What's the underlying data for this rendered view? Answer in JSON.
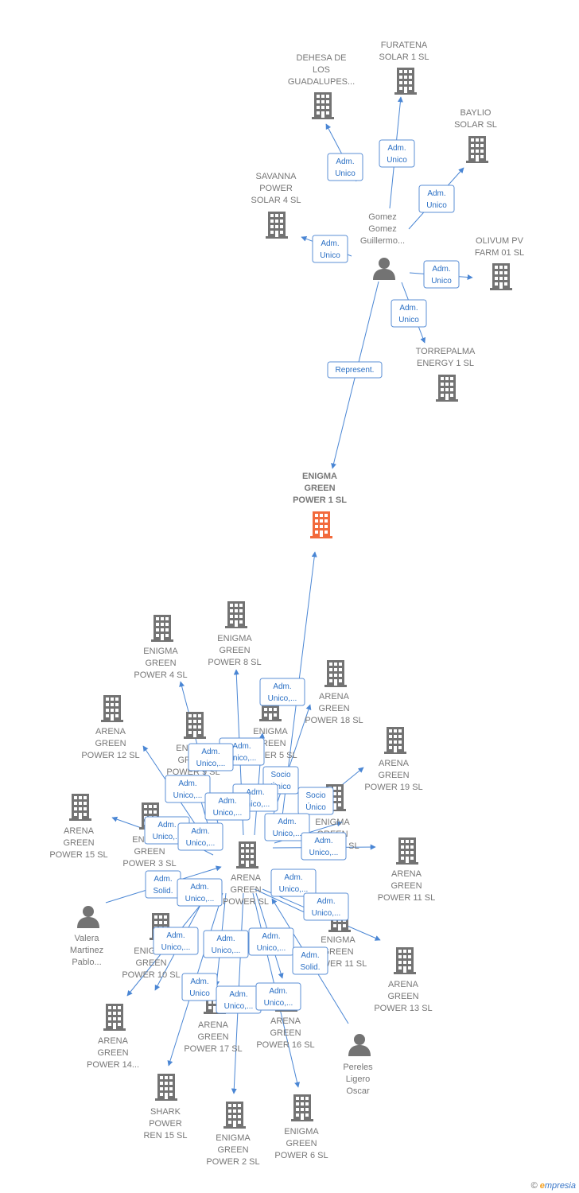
{
  "colors": {
    "building": "#737373",
    "highlight": "#f26a3c",
    "edge": "#4a86d4",
    "label": "#777777"
  },
  "nodes": {
    "dehesa": {
      "lines": [
        "DEHESA DE",
        "LOS",
        "GUADALUPES..."
      ],
      "icon": "building-icon"
    },
    "furatena": {
      "lines": [
        "FURATENA",
        "SOLAR 1  SL"
      ],
      "icon": "building-icon"
    },
    "baylio": {
      "lines": [
        "BAYLIO",
        "SOLAR  SL"
      ],
      "icon": "building-icon"
    },
    "savanna": {
      "lines": [
        "SAVANNA",
        "POWER",
        "SOLAR 4  SL"
      ],
      "icon": "building-icon"
    },
    "gomez": {
      "lines": [
        "Gomez",
        "Gomez",
        "Guillermo..."
      ],
      "icon": "person-icon"
    },
    "olivum": {
      "lines": [
        "OLIVUM PV",
        "FARM 01  SL"
      ],
      "icon": "building-icon"
    },
    "torrepalma": {
      "lines": [
        "TORREPALMA",
        "ENERGY 1  SL"
      ],
      "icon": "building-icon"
    },
    "enigma1": {
      "lines": [
        "ENIGMA",
        "GREEN",
        "POWER 1  SL"
      ],
      "icon": "building-icon",
      "main": true
    },
    "enigma8": {
      "lines": [
        "ENIGMA",
        "GREEN",
        "POWER 8  SL"
      ],
      "icon": "building-icon"
    },
    "enigma4": {
      "lines": [
        "ENIGMA",
        "GREEN",
        "POWER 4  SL"
      ],
      "icon": "building-icon"
    },
    "arena18": {
      "lines": [
        "ARENA",
        "GREEN",
        "POWER 18  SL"
      ],
      "icon": "building-icon"
    },
    "arena12": {
      "lines": [
        "ARENA",
        "GREEN",
        "POWER 12  SL"
      ],
      "icon": "building-icon"
    },
    "enigma5": {
      "lines": [
        "ENIGMA",
        "GREEN",
        "POWER 5  SL"
      ],
      "icon": "building-icon"
    },
    "enigma9": {
      "lines": [
        "ENIGMA",
        "GREEN",
        "POWER 9  SL"
      ],
      "icon": "building-icon"
    },
    "arena19": {
      "lines": [
        "ARENA",
        "GREEN",
        "POWER 19  SL"
      ],
      "icon": "building-icon"
    },
    "arena15": {
      "lines": [
        "ARENA",
        "GREEN",
        "POWER 15  SL"
      ],
      "icon": "building-icon"
    },
    "enigma3": {
      "lines": [
        "ENIGMA",
        "GREEN",
        "POWER 3  SL"
      ],
      "icon": "building-icon"
    },
    "enigma7": {
      "lines": [
        "ENIGMA",
        "GREEN",
        "POWER 7  SL"
      ],
      "icon": "building-icon"
    },
    "arena_center": {
      "lines": [
        "ARENA",
        "GREEN",
        "POWER  SL"
      ],
      "icon": "building-icon"
    },
    "arena11": {
      "lines": [
        "ARENA",
        "GREEN",
        "POWER 11  SL"
      ],
      "icon": "building-icon"
    },
    "valera": {
      "lines": [
        "Valera",
        "Martinez",
        "Pablo..."
      ],
      "icon": "person-icon"
    },
    "enigma10": {
      "lines": [
        "ENIGMA",
        "GREEN",
        "POWER 10  SL"
      ],
      "icon": "building-icon"
    },
    "enigma11": {
      "lines": [
        "ENIGMA",
        "GREEN",
        "POWER 11  SL"
      ],
      "icon": "building-icon"
    },
    "arena13": {
      "lines": [
        "ARENA",
        "GREEN",
        "POWER 13  SL"
      ],
      "icon": "building-icon"
    },
    "arena14": {
      "lines": [
        "ARENA",
        "GREEN",
        "POWER 14..."
      ],
      "icon": "building-icon"
    },
    "arena17": {
      "lines": [
        "ARENA",
        "GREEN",
        "POWER 17  SL"
      ],
      "icon": "building-icon"
    },
    "arena16": {
      "lines": [
        "ARENA",
        "GREEN",
        "POWER 16  SL"
      ],
      "icon": "building-icon"
    },
    "pereles": {
      "lines": [
        "Pereles",
        "Ligero",
        "Oscar"
      ],
      "icon": "person-icon"
    },
    "shark": {
      "lines": [
        "SHARK",
        "POWER",
        "REN 15  SL"
      ],
      "icon": "building-icon"
    },
    "enigma2": {
      "lines": [
        "ENIGMA",
        "GREEN",
        "POWER 2  SL"
      ],
      "icon": "building-icon"
    },
    "enigma6": {
      "lines": [
        "ENIGMA",
        "GREEN",
        "POWER 6  SL"
      ],
      "icon": "building-icon"
    }
  },
  "edges": [
    {
      "from": "gomez",
      "to": "dehesa",
      "label": [
        "Adm.",
        "Unico"
      ]
    },
    {
      "from": "gomez",
      "to": "furatena",
      "label": [
        "Adm.",
        "Unico"
      ]
    },
    {
      "from": "gomez",
      "to": "baylio",
      "label": [
        "Adm.",
        "Unico"
      ]
    },
    {
      "from": "gomez",
      "to": "savanna",
      "label": [
        "Adm.",
        "Unico"
      ]
    },
    {
      "from": "gomez",
      "to": "olivum",
      "label": [
        "Adm.",
        "Unico"
      ]
    },
    {
      "from": "gomez",
      "to": "torrepalma",
      "label": [
        "Adm.",
        "Unico"
      ]
    },
    {
      "from": "gomez",
      "to": "enigma1",
      "label": [
        "Represent."
      ]
    },
    {
      "from": "arena_center",
      "to": "enigma1",
      "label": [
        "Adm.",
        "Unico,..."
      ]
    },
    {
      "from": "arena_center",
      "to": "enigma8",
      "label": [
        "Adm.",
        "Unico,..."
      ]
    },
    {
      "from": "arena_center",
      "to": "enigma4",
      "label": [
        "Adm.",
        "Unico,..."
      ]
    },
    {
      "from": "arena_center",
      "to": "arena18",
      "label": [
        "Socio",
        "Único"
      ]
    },
    {
      "from": "arena_center",
      "to": "arena12",
      "label": [
        "Adm.",
        "Unico,..."
      ]
    },
    {
      "from": "arena_center",
      "to": "enigma5",
      "label": [
        "Adm.",
        "Unico,..."
      ]
    },
    {
      "from": "arena_center",
      "to": "enigma9",
      "label": [
        "Adm.",
        "Unico,..."
      ]
    },
    {
      "from": "arena_center",
      "to": "arena19",
      "label": [
        "Socio",
        "Único"
      ]
    },
    {
      "from": "arena_center",
      "to": "arena15",
      "label": [
        "Adm.",
        "Unico,..."
      ]
    },
    {
      "from": "arena_center",
      "to": "enigma3",
      "label": [
        "Adm.",
        "Unico,..."
      ]
    },
    {
      "from": "arena_center",
      "to": "enigma7",
      "label": [
        "Adm.",
        "Unico,..."
      ]
    },
    {
      "from": "arena_center",
      "to": "arena11",
      "label": [
        "Adm.",
        "Unico,..."
      ]
    },
    {
      "from": "valera",
      "to": "arena_center",
      "label": [
        "Adm.",
        "Solid."
      ]
    },
    {
      "from": "arena_center",
      "to": "enigma10",
      "label": [
        "Adm.",
        "Unico,..."
      ]
    },
    {
      "from": "arena_center",
      "to": "enigma11",
      "label": [
        "Adm.",
        "Unico,..."
      ]
    },
    {
      "from": "arena_center",
      "to": "arena13",
      "label": [
        "Adm.",
        "Unico,..."
      ]
    },
    {
      "from": "arena_center",
      "to": "arena14",
      "label": [
        "Adm.",
        "Unico,..."
      ]
    },
    {
      "from": "arena_center",
      "to": "arena17",
      "label": [
        "Adm.",
        "Unico,..."
      ]
    },
    {
      "from": "arena_center",
      "to": "arena16",
      "label": [
        "Adm.",
        "Unico,..."
      ]
    },
    {
      "from": "pereles",
      "to": "arena_center",
      "label": [
        "Adm.",
        "Solid."
      ]
    },
    {
      "from": "arena_center",
      "to": "shark",
      "label": [
        "Adm.",
        "Unico"
      ]
    },
    {
      "from": "arena_center",
      "to": "enigma2",
      "label": [
        "Adm.",
        "Unico,..."
      ]
    },
    {
      "from": "arena_center",
      "to": "enigma6",
      "label": [
        "Adm.",
        "Unico,..."
      ]
    }
  ],
  "footer": {
    "copyright": "©",
    "brand_first": "e",
    "brand_rest": "mpresia"
  }
}
